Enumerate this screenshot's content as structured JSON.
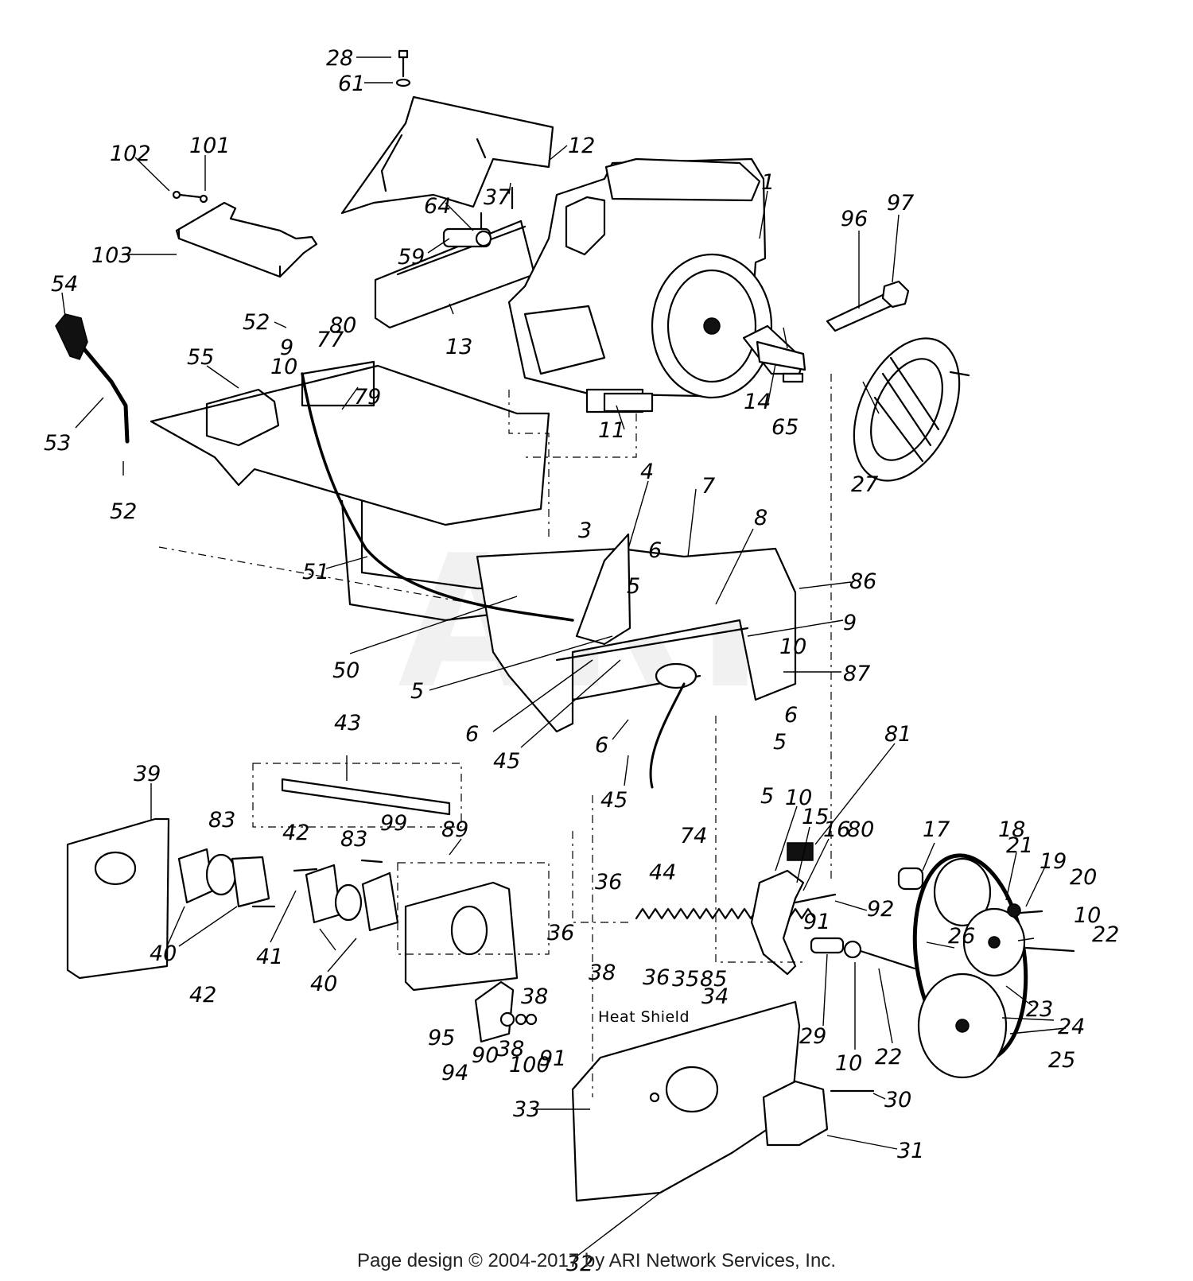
{
  "watermark": "ARI",
  "footer": "Page design © 2004-2017 by ARI Network Services, Inc.",
  "note_heat_shield": "Heat Shield",
  "callouts": {
    "p1": "1",
    "p3": "3",
    "p4": "4",
    "p5a": "5",
    "p5b": "5",
    "p5c": "5",
    "p5d": "5",
    "p6a": "6",
    "p6b": "6",
    "p6c": "6",
    "p6d": "6",
    "p7": "7",
    "p8": "8",
    "p9a": "9",
    "p9b": "9",
    "p10a": "10",
    "p10b": "10",
    "p10c": "10",
    "p10d": "10",
    "p10e": "10",
    "p11": "11",
    "p12": "12",
    "p13": "13",
    "p14": "14",
    "p15": "15",
    "p16": "16",
    "p17": "17",
    "p18": "18",
    "p19": "19",
    "p20": "20",
    "p21": "21",
    "p22a": "22",
    "p22b": "22",
    "p23": "23",
    "p24": "24",
    "p25": "25",
    "p26": "26",
    "p27": "27",
    "p28": "28",
    "p29": "29",
    "p30": "30",
    "p31": "31",
    "p32": "32",
    "p33": "33",
    "p34": "34",
    "p35": "35",
    "p36a": "36",
    "p36b": "36",
    "p36c": "36",
    "p37": "37",
    "p38a": "38",
    "p38b": "38",
    "p38c": "38",
    "p39": "39",
    "p40a": "40",
    "p40b": "40",
    "p41": "41",
    "p42a": "42",
    "p42b": "42",
    "p43": "43",
    "p44": "44",
    "p45a": "45",
    "p45b": "45",
    "p50": "50",
    "p51": "51",
    "p52a": "52",
    "p52b": "52",
    "p53": "53",
    "p54": "54",
    "p55": "55",
    "p59": "59",
    "p61": "61",
    "p64": "64",
    "p65": "65",
    "p74": "74",
    "p77": "77",
    "p79": "79",
    "p80a": "80",
    "p80b": "80",
    "p81": "81",
    "p83a": "83",
    "p83b": "83",
    "p85": "85",
    "p86": "86",
    "p87": "87",
    "p89": "89",
    "p90": "90",
    "p91a": "91",
    "p91b": "91",
    "p92": "92",
    "p94": "94",
    "p95": "95",
    "p96": "96",
    "p97": "97",
    "p99": "99",
    "p100": "100",
    "p101": "101",
    "p102": "102",
    "p103": "103"
  }
}
